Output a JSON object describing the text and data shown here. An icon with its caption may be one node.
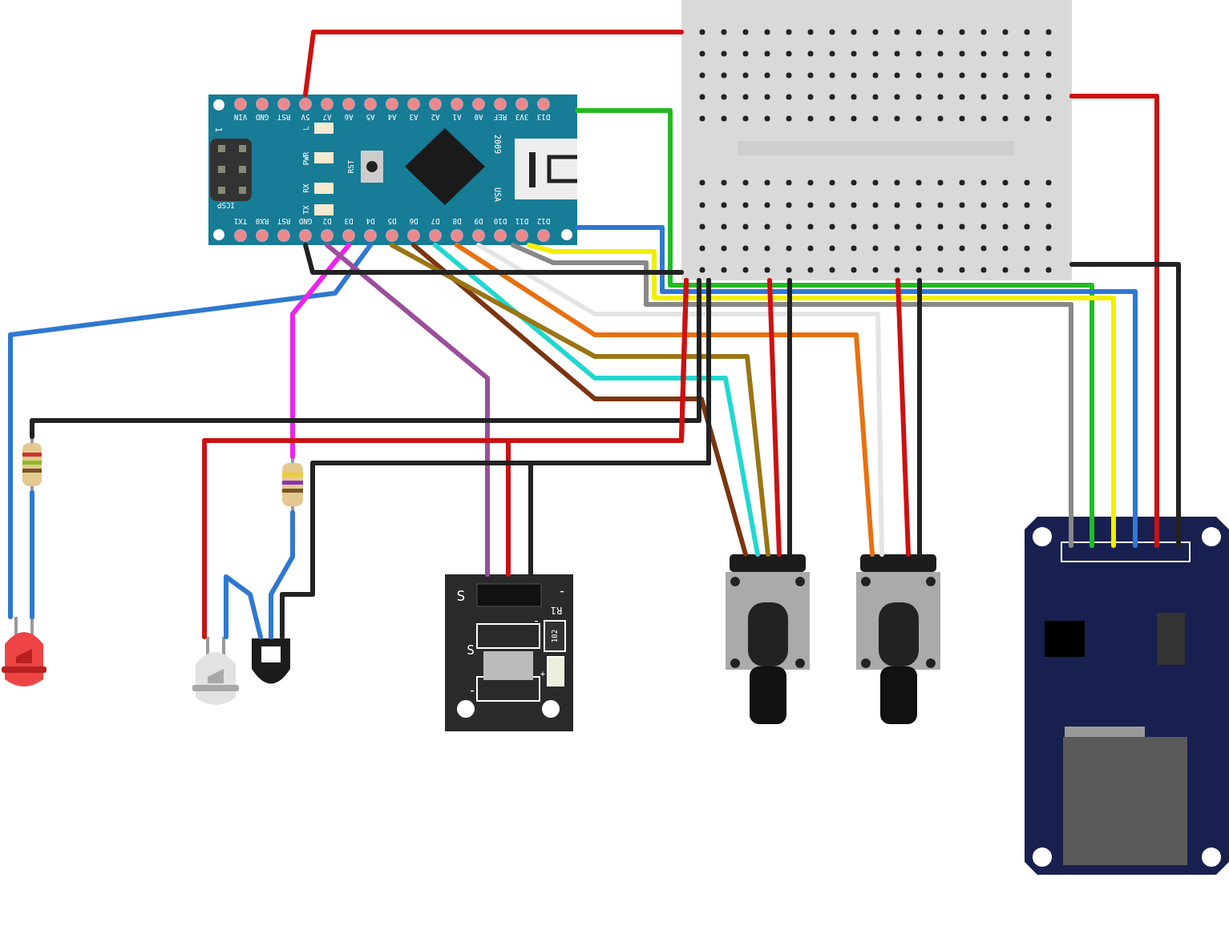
{
  "diagram": {
    "nodes": [
      {
        "text": [
          "VIN",
          "GND",
          "RST",
          "5V",
          "A7",
          "A6",
          "A5",
          "A4",
          "A3",
          "A2",
          "A1",
          "A0",
          "REF",
          "3V3",
          "D13",
          "TX1",
          "RX0",
          "RST",
          "GND",
          "D2",
          "D3",
          "D4",
          "D5",
          "D6",
          "D7",
          "D8",
          "D9",
          "D10",
          "D11",
          "D12",
          "ICSP",
          "1",
          "L",
          "PWR",
          "RX",
          "TX",
          "RST",
          "2009",
          "USA"
        ]
      },
      {
        "text": [],
        "shape": "picture"
      },
      {
        "text": [],
        "shape": "picture"
      },
      {
        "text": [],
        "shape": "picture"
      },
      {
        "text": [],
        "shape": "picture"
      },
      {
        "text": [],
        "shape": "picture"
      },
      {
        "text": [],
        "shape": "picture"
      },
      {
        "text": [
          "S",
          "-",
          "R1",
          "102",
          "-",
          "S",
          "-",
          "+"
        ]
      },
      {
        "text": [],
        "shape": "picture"
      },
      {
        "text": [],
        "shape": "picture"
      },
      {
        "text": [],
        "shape": "picture"
      }
    ],
    "edges": [
      {
        "from": 0,
        "to": 1,
        "arrow": "none",
        "color": "#cc1111"
      },
      {
        "from": 0,
        "to": 10,
        "arrow": "none",
        "color": "#22bb22"
      },
      {
        "from": 0,
        "to": 10,
        "arrow": "none",
        "color": "#2f78d0"
      },
      {
        "from": 0,
        "to": 10,
        "arrow": "none",
        "color": "#f2ee00"
      },
      {
        "from": 0,
        "to": 10,
        "arrow": "none",
        "color": "#888888"
      },
      {
        "from": 0,
        "to": 9,
        "arrow": "none",
        "color": "#e4e4e4"
      },
      {
        "from": 0,
        "to": 9,
        "arrow": "none",
        "color": "#e87010"
      },
      {
        "from": 0,
        "to": 8,
        "arrow": "none",
        "color": "#20d8d0"
      },
      {
        "from": 0,
        "to": 8,
        "arrow": "none",
        "color": "#7a3510"
      },
      {
        "from": 0,
        "to": 8,
        "arrow": "none",
        "color": "#9a7515"
      },
      {
        "from": 0,
        "to": 4,
        "arrow": "none",
        "color": "#2f78d0"
      },
      {
        "from": 0,
        "to": 3,
        "arrow": "none",
        "color": "#ee22ee"
      },
      {
        "from": 0,
        "to": 7,
        "arrow": "none",
        "color": "#9b4f9b"
      },
      {
        "from": 0,
        "to": 1,
        "arrow": "none",
        "color": "#222222"
      },
      {
        "from": 2,
        "to": 4,
        "arrow": "none",
        "color": "#2f78d0"
      },
      {
        "from": 2,
        "to": 1,
        "arrow": "none",
        "color": "#222222"
      },
      {
        "from": 1,
        "to": 5,
        "arrow": "none",
        "color": "#cc1111"
      },
      {
        "from": 1,
        "to": 7,
        "arrow": "none",
        "color": "#cc1111"
      },
      {
        "from": 1,
        "to": 6,
        "arrow": "none",
        "color": "#222222"
      },
      {
        "from": 1,
        "to": 7,
        "arrow": "none",
        "color": "#222222"
      },
      {
        "from": 3,
        "to": 6,
        "arrow": "none",
        "color": "#2f78d0"
      },
      {
        "from": 5,
        "to": 6,
        "arrow": "none",
        "color": "#2f78d0"
      },
      {
        "from": 1,
        "to": 8,
        "arrow": "none",
        "color": "#cc1111"
      },
      {
        "from": 1,
        "to": 9,
        "arrow": "none",
        "color": "#cc1111"
      },
      {
        "from": 1,
        "to": 10,
        "arrow": "none",
        "color": "#cc1111"
      },
      {
        "from": 1,
        "to": 8,
        "arrow": "none",
        "color": "#222222"
      },
      {
        "from": 1,
        "to": 9,
        "arrow": "none",
        "color": "#222222"
      },
      {
        "from": 1,
        "to": 10,
        "arrow": "none",
        "color": "#222222"
      }
    ]
  }
}
